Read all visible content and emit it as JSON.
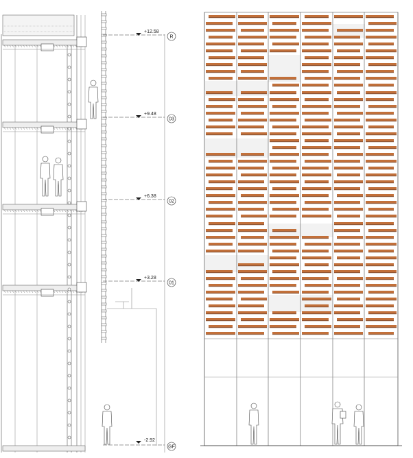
{
  "levels": [
    {
      "id": "level-r",
      "elevation": "+12.58",
      "tag": "R"
    },
    {
      "id": "level-03",
      "elevation": "+9.48",
      "tag": "03"
    },
    {
      "id": "level-02",
      "elevation": "+6.38",
      "tag": "02"
    },
    {
      "id": "level-01",
      "elevation": "+3.28",
      "tag": "01"
    },
    {
      "id": "level-gf",
      "elevation": "-2.92",
      "tag": "GF"
    }
  ],
  "colors": {
    "line": "#555555",
    "fine": "#999999",
    "slat": "#c2703a",
    "slat_shadow": "#7a3a16",
    "glass": "#f2f2f2"
  },
  "icons": {
    "level_marker": "triangle-level-icon",
    "level_bubble": "circle-tag-icon",
    "person": "person-silhouette-icon"
  }
}
